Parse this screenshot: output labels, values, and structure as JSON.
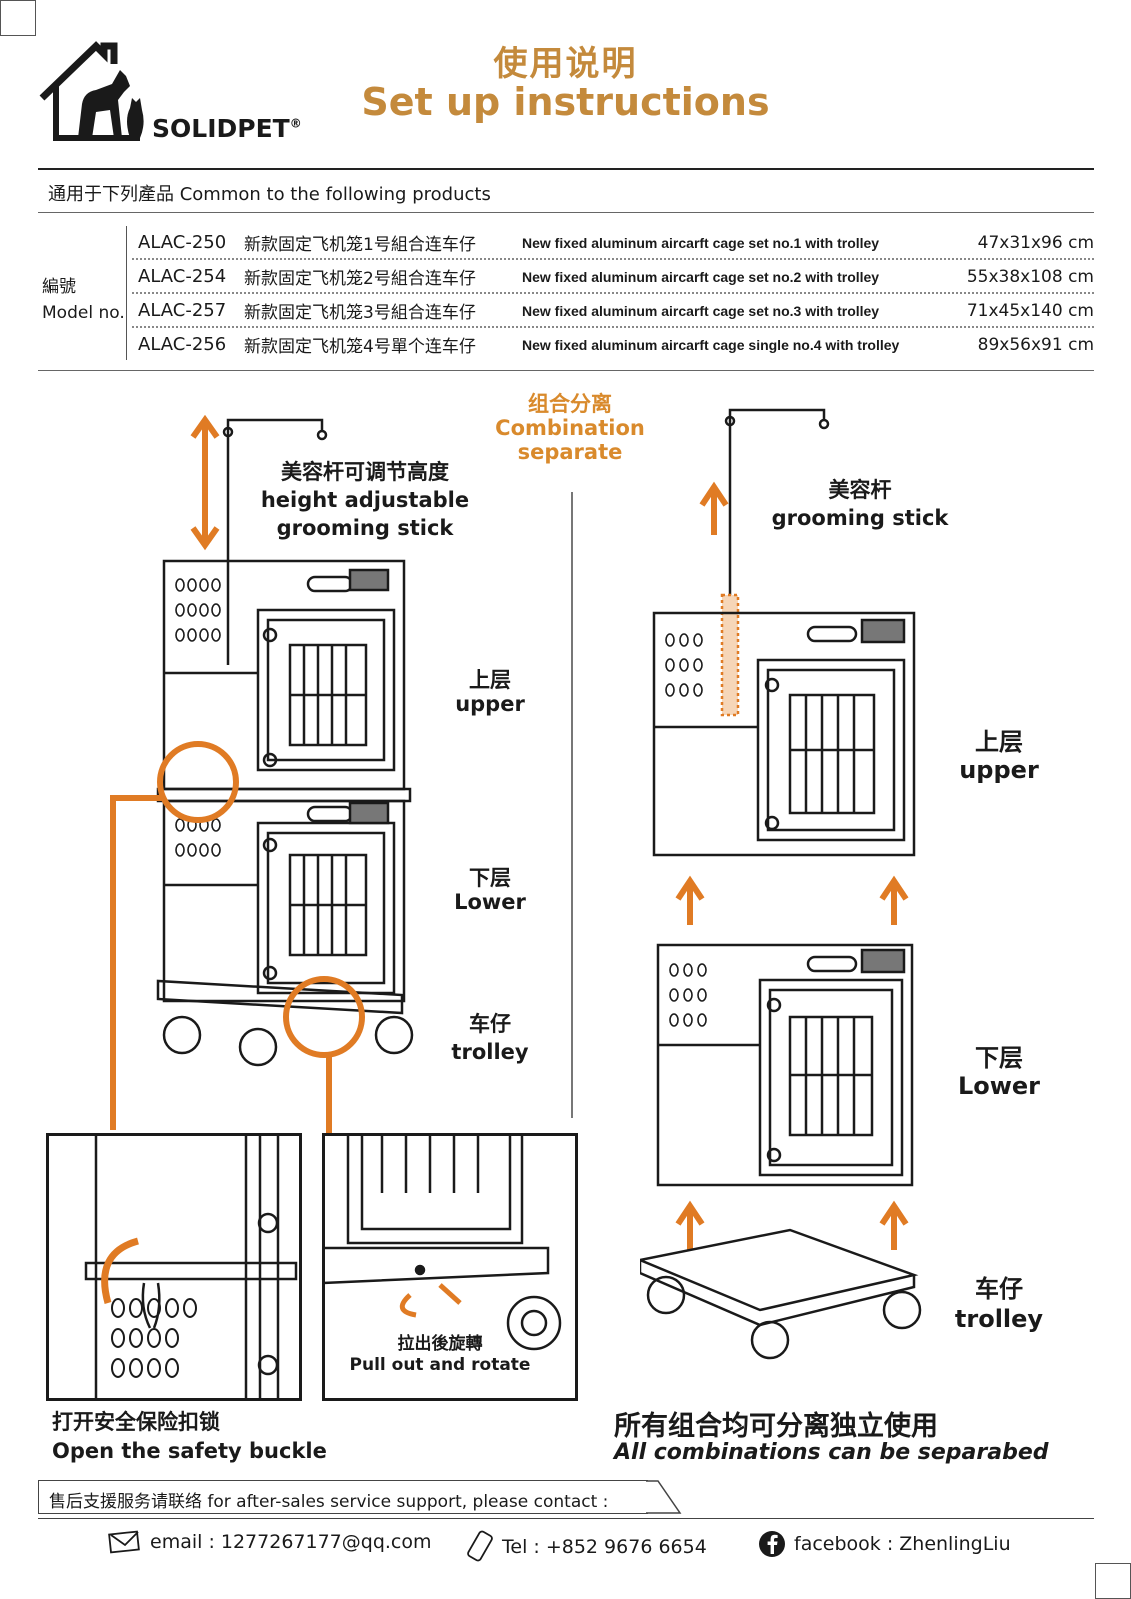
{
  "header": {
    "title_zh": "使用说明",
    "title_en": "Set up instructions",
    "brand": "SOLIDPET",
    "brand_mark": "®"
  },
  "products": {
    "heading": "通用于下列產品 Common to the following products",
    "model_label_zh": "編號",
    "model_label_en": "Model no.",
    "rows": [
      {
        "code": "ALAC-250",
        "name_zh": "新款固定飞机笼1号組合连车仔",
        "name_en": "New fixed aluminum aircarft cage set no.1 with trolley",
        "size": "47x31x96 cm"
      },
      {
        "code": "ALAC-254",
        "name_zh": "新款固定飞机笼2号組合连车仔",
        "name_en": "New fixed aluminum aircarft cage set no.2 with trolley",
        "size": "55x38x108 cm"
      },
      {
        "code": "ALAC-257",
        "name_zh": "新款固定飞机笼3号組合连车仔",
        "name_en": "New fixed aluminum aircarft cage set no.3 with trolley",
        "size": "71x45x140 cm"
      },
      {
        "code": "ALAC-256",
        "name_zh": "新款固定飞机笼4号單个连车仔",
        "name_en": "New fixed aluminum aircarft cage single no.4 with trolley",
        "size": "89x56x91 cm"
      }
    ]
  },
  "diagram": {
    "separate_zh": "组合分离",
    "separate_en_1": "Combination",
    "separate_en_2": "separate",
    "left": {
      "stick_zh": "美容杆可调节高度",
      "stick_en_1": "height adjustable",
      "stick_en_2": "grooming stick",
      "upper_zh": "上层",
      "upper_en": "upper",
      "lower_zh": "下层",
      "lower_en": "Lower",
      "trolley_zh": "车仔",
      "trolley_en": "trolley",
      "pull_zh": "拉出後旋轉",
      "pull_en": "Pull out and rotate",
      "buckle_zh": "打开安全保险扣锁",
      "buckle_en": "Open the safety buckle"
    },
    "right": {
      "stick_zh": "美容杆",
      "stick_en": "grooming stick",
      "upper_zh": "上层",
      "upper_en": "upper",
      "lower_zh": "下层",
      "lower_en": "Lower",
      "trolley_zh": "车仔",
      "trolley_en": "trolley",
      "all_zh": "所有组合均可分离独立使用",
      "all_en": "All combinations can be separabed"
    }
  },
  "contact": {
    "heading": "售后支援服务请联络  for after-sales service support, please contact :",
    "email": "email : 1277267177@qq.com",
    "tel": "Tel : +852 9676 6654",
    "facebook": "facebook : ZhenlingLiu",
    "icons": [
      "envelope-icon",
      "phone-icon",
      "facebook-icon"
    ]
  },
  "colors": {
    "accent": "#d98a2c",
    "title": "#c48a3c"
  }
}
